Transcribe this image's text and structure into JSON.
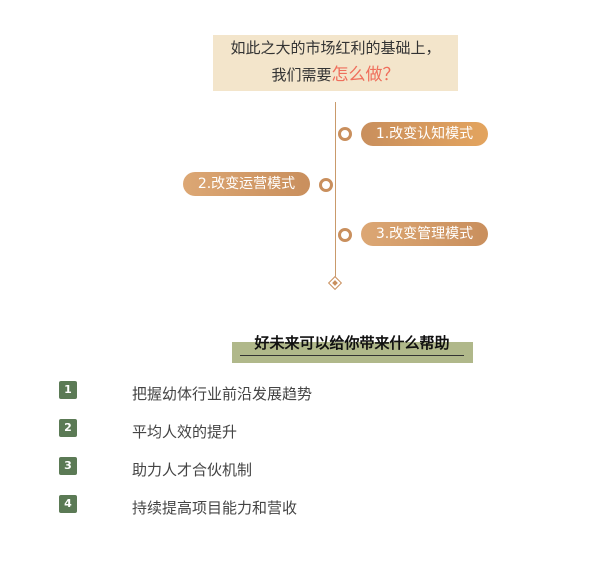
{
  "question": {
    "line1": "如此之大的市场红利的基础上，",
    "line2_prefix": "我们需要",
    "line2_highlight": "怎么做？"
  },
  "timeline": [
    "1.改变认知模式",
    "2.改变运营模式",
    "3.改变管理模式"
  ],
  "section_title": "好未来可以给你带来什么帮助",
  "benefits": [
    {
      "num": "1",
      "text": "把握幼体行业前沿发展趋势"
    },
    {
      "num": "2",
      "text": "平均人效的提升"
    },
    {
      "num": "3",
      "text": "助力人才合伙机制"
    },
    {
      "num": "4",
      "text": "持续提高项目能力和营收"
    }
  ]
}
